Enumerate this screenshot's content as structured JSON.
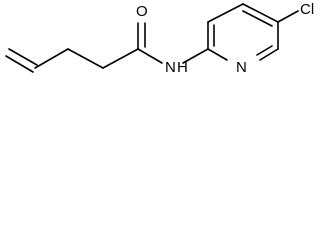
{
  "molecule": {
    "atoms": {
      "oxygen": "O",
      "amide_nitrogen": "N",
      "amide_hydrogen": "H",
      "pyridine_nitrogen": "N",
      "chlorine": "Cl"
    }
  }
}
